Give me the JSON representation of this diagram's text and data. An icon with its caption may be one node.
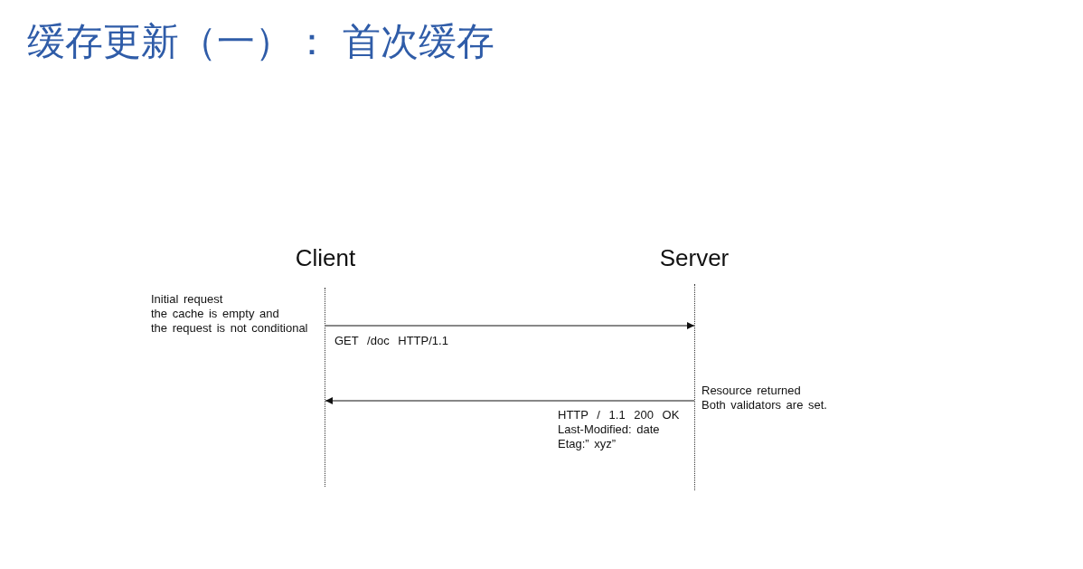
{
  "diagram": {
    "title": "缓存更新（一）： 首次缓存",
    "nodes": [
      {
        "text": [
          "Client"
        ]
      },
      {
        "text": [],
        "shape": "line"
      },
      {
        "text": [
          "Server"
        ]
      },
      {
        "text": [],
        "shape": "line"
      }
    ],
    "edges": [
      {
        "from": 1,
        "to": 3,
        "arrow": "to",
        "label": "GET /doc HTTP/1.1"
      },
      {
        "from": 3,
        "to": 1,
        "arrow": "to",
        "label": "HTTP / 1.1 200 OK"
      }
    ],
    "labels": [
      "Initial request",
      "the cache is empty and",
      "the request is not conditional",
      "Resource returned",
      "Both validators are set.",
      "Last-Modified: date",
      "Etag:” xyz”"
    ]
  }
}
